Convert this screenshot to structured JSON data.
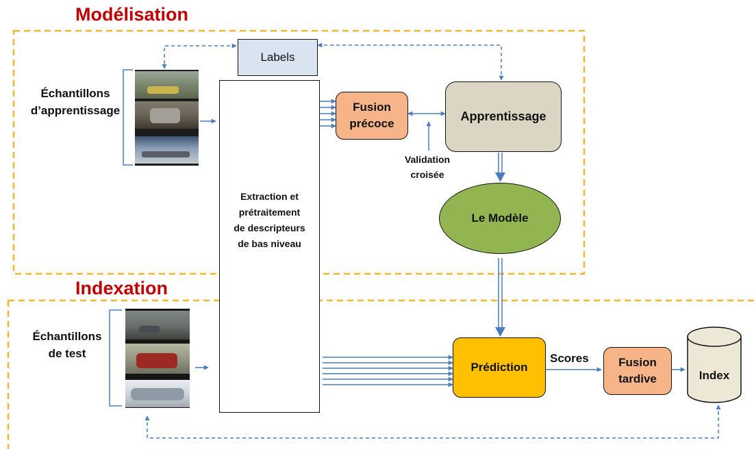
{
  "colors": {
    "section_title": "#c00000",
    "dashed_border": "#f2b530",
    "arrow": "#4a7dc0",
    "labels_box": "#dae3f0",
    "fusion_box": "#f7b488",
    "learning_box": "#dad6c3",
    "model_ellipse": "#93b551",
    "prediction_box": "#fec000",
    "index_cylinder": "#ede7d6"
  },
  "sections": {
    "modelisation": "Modélisation",
    "indexation": "Indexation"
  },
  "nodes": {
    "labels": "Labels",
    "extraction": [
      "Extraction et",
      "prétraitement",
      "de descripteurs",
      "de bas niveau"
    ],
    "early_fusion": [
      "Fusion",
      "précoce"
    ],
    "learning": "Apprentissage",
    "model": "Le Modèle",
    "prediction": "Prédiction",
    "late_fusion": [
      "Fusion",
      "tardive"
    ],
    "index": "Index"
  },
  "annotations": {
    "training_samples": [
      "Échantillons",
      "d’apprentissage"
    ],
    "test_samples": [
      "Échantillons",
      "de test"
    ],
    "cross_validation": [
      "Validation",
      "croisée"
    ],
    "scores": "Scores"
  }
}
